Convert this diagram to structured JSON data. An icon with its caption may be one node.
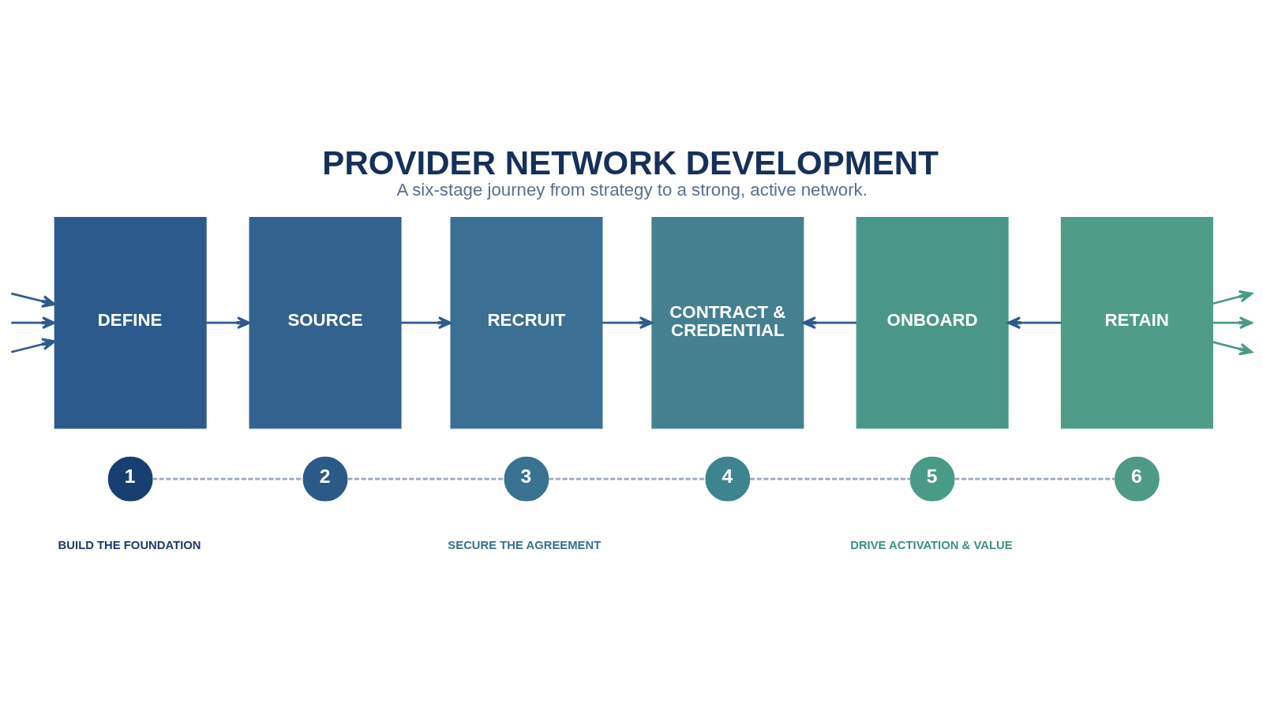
{
  "diagram": {
    "title": "PROVIDER NETWORK DEVELOPMENT",
    "caption": "A six-stage journey from strategy to a strong, active network.",
    "nodes": [
      {
        "text": [
          "DEFINE"
        ]
      },
      {
        "text": [
          "SOURCE"
        ]
      },
      {
        "text": [
          "RECRUIT"
        ]
      },
      {
        "text": [
          "CONTRACT & CREDENTIAL"
        ]
      },
      {
        "text": [
          "ONBOARD"
        ]
      },
      {
        "text": [
          "RETAIN"
        ]
      },
      {
        "text": [
          "1"
        ]
      },
      {
        "text": [
          "2"
        ]
      },
      {
        "text": [
          "3"
        ]
      },
      {
        "text": [
          "4"
        ]
      },
      {
        "text": [
          "5"
        ]
      },
      {
        "text": [
          "6"
        ]
      }
    ],
    "edges": [
      {
        "from": null,
        "to": 0,
        "arrow": "to"
      },
      {
        "from": null,
        "to": 0,
        "arrow": "to"
      },
      {
        "from": null,
        "to": 0,
        "arrow": "to"
      },
      {
        "from": 0,
        "to": 1,
        "arrow": "to"
      },
      {
        "from": 1,
        "to": 2,
        "arrow": "to"
      },
      {
        "from": 2,
        "to": 3,
        "arrow": "to"
      },
      {
        "from": 4,
        "to": 3,
        "arrow": "to"
      },
      {
        "from": 5,
        "to": 4,
        "arrow": "to"
      },
      {
        "from": 5,
        "to": null,
        "arrow": "to",
        "color": "#4a9a88"
      },
      {
        "from": 5,
        "to": null,
        "arrow": "to",
        "color": "#4a9a88"
      },
      {
        "from": 5,
        "to": null,
        "arrow": "to",
        "color": "#4a9a88"
      },
      {
        "from": 6,
        "to": 7,
        "arrow": "none",
        "style": "dashed",
        "color": "#9aa8b8"
      },
      {
        "from": 7,
        "to": 8,
        "arrow": "none",
        "style": "dashed",
        "color": "#9aa8b8"
      },
      {
        "from": 8,
        "to": 9,
        "arrow": "none",
        "style": "dashed",
        "color": "#9aa8b8"
      },
      {
        "from": 9,
        "to": 10,
        "arrow": "none",
        "style": "dashed",
        "color": "#9aa8b8"
      },
      {
        "from": 10,
        "to": 11,
        "arrow": "none",
        "style": "dashed",
        "color": "#9aa8b8"
      }
    ],
    "labels": [
      "BUILD THE FOUNDATION",
      "SECURE THE AGREEMENT",
      "DRIVE ACTIVATION & VALUE"
    ]
  }
}
